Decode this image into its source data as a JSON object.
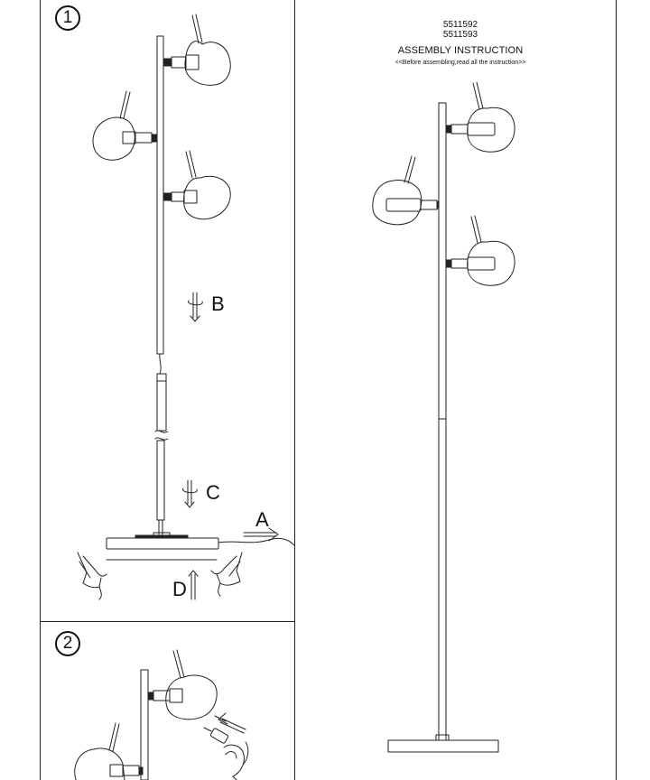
{
  "document": {
    "product_codes": [
      "5511592",
      "5511593"
    ],
    "title": "ASSEMBLY INSTRUCTION",
    "note": "<<Before assembling,read all the instruction>>"
  },
  "steps": [
    {
      "number": "1",
      "callouts": [
        "A",
        "B",
        "C",
        "D"
      ]
    },
    {
      "number": "2"
    }
  ],
  "colors": {
    "line": "#222222",
    "background": "#ffffff"
  }
}
